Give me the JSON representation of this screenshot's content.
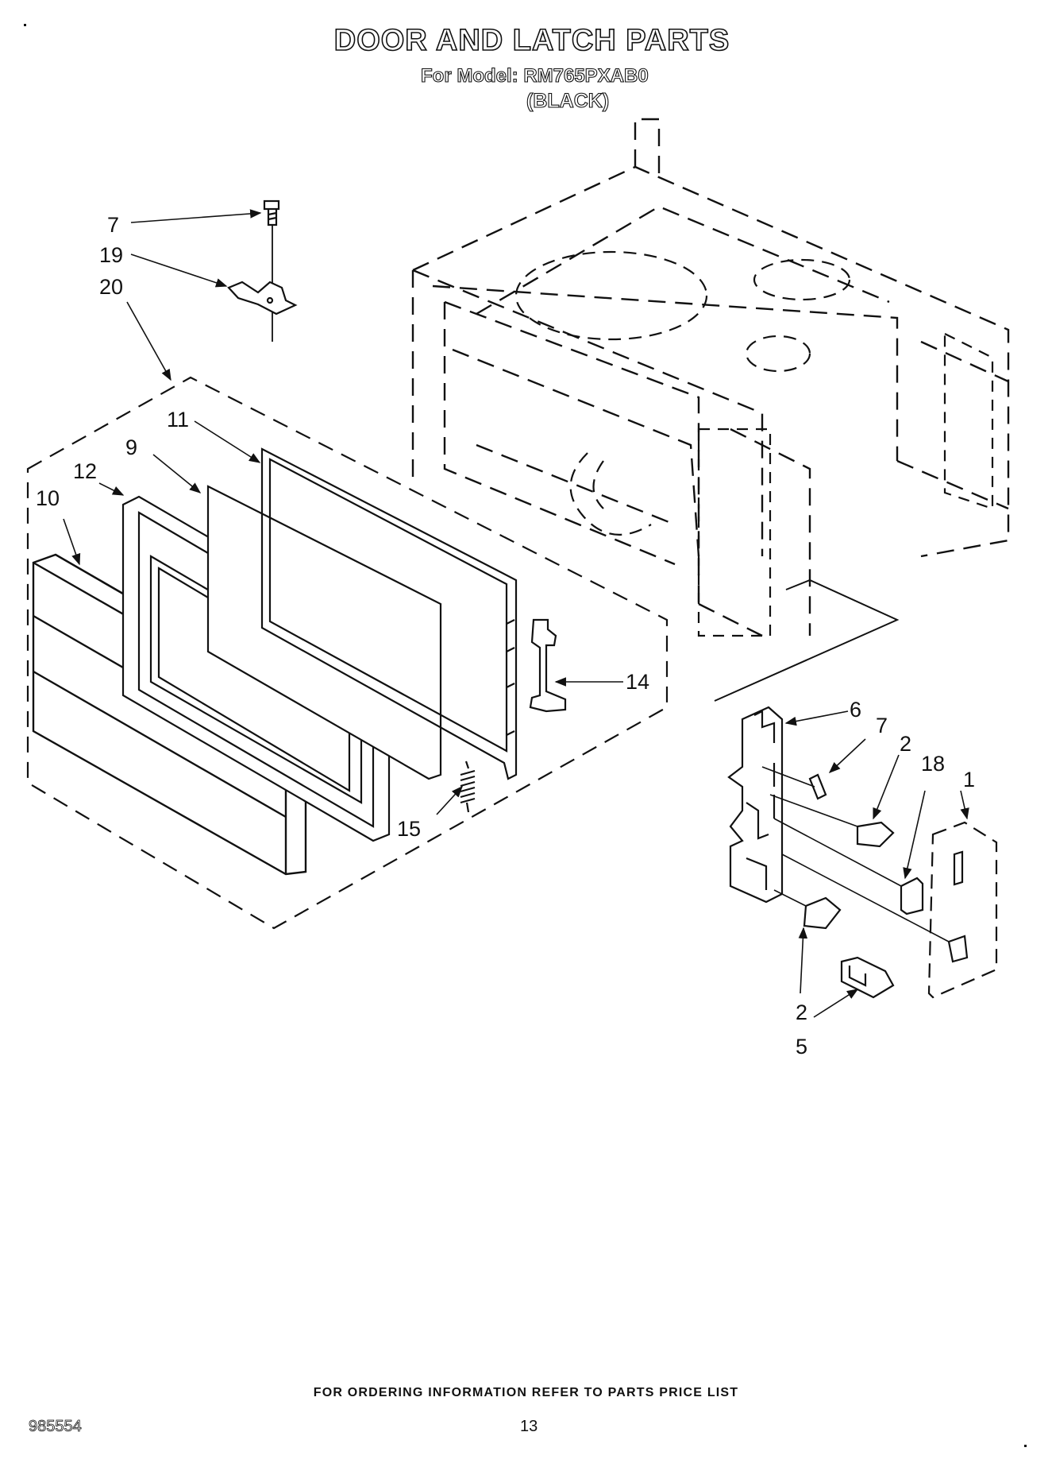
{
  "header": {
    "title": "DOOR AND LATCH PARTS",
    "model_line": "For Model: RM765PXAB0",
    "variant": "(BLACK)"
  },
  "callouts": {
    "c7_top": "7",
    "c19": "19",
    "c20": "20",
    "c11": "11",
    "c9": "9",
    "c12": "12",
    "c10": "10",
    "c14": "14",
    "c15": "15",
    "c6": "6",
    "c7_right": "7",
    "c2_upper": "2",
    "c18": "18",
    "c1": "1",
    "c2_lower": "2",
    "c5": "5"
  },
  "footer": {
    "ordering_note": "FOR ORDERING INFORMATION REFER TO PARTS PRICE LIST",
    "doc_number": "985554",
    "page_number": "13"
  }
}
